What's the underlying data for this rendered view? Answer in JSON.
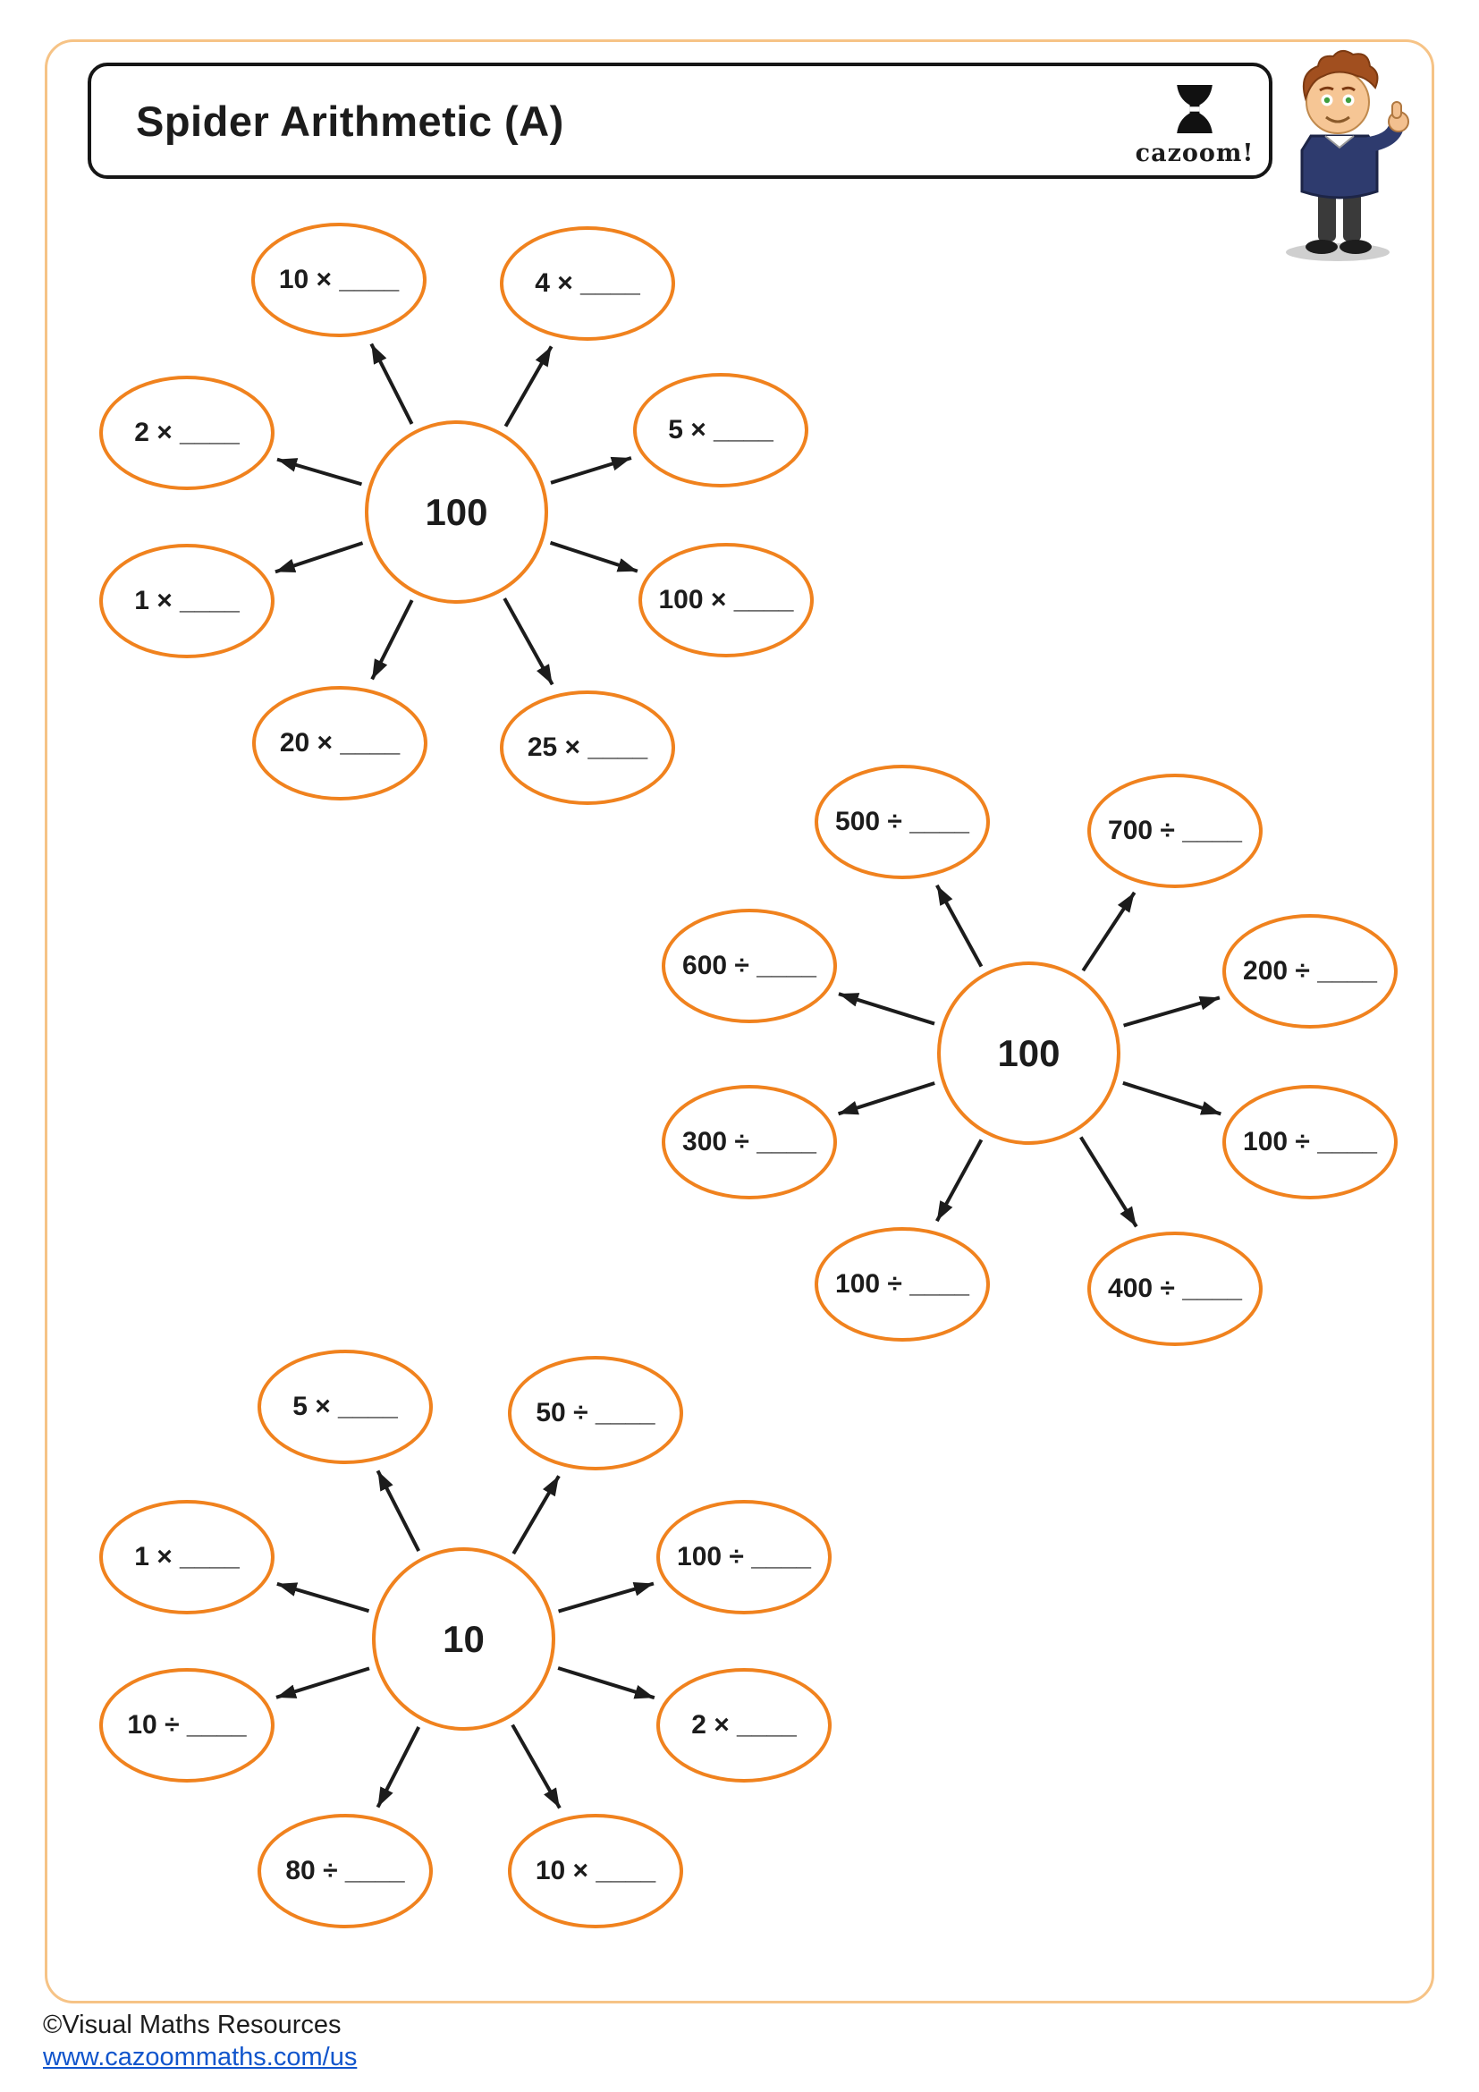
{
  "header": {
    "title": "Spider Arithmetic (A)",
    "logo_text": "cazoom!"
  },
  "spiders": [
    {
      "center_label": "100",
      "satellites": [
        "10 × ____",
        "4 × ____",
        "2 × ____",
        "5 × ____",
        "1 × ____",
        "100 × ____",
        "20 × ____",
        "25 × ____"
      ]
    },
    {
      "center_label": "100",
      "satellites": [
        "500 ÷ ____",
        "700 ÷ ____",
        "600 ÷ ____",
        "200 ÷ ____",
        "300 ÷ ____",
        "100 ÷ ____",
        "100 ÷ ____",
        "400 ÷ ____"
      ]
    },
    {
      "center_label": "10",
      "satellites": [
        "5 × ____",
        "50 ÷ ____",
        "1 × ____",
        "100 ÷ ____",
        "10 ÷ ____",
        "2 × ____",
        "80 ÷ ____",
        "10 × ____"
      ]
    }
  ],
  "footer": {
    "copyright": "©Visual Maths Resources",
    "link": "www.cazoommaths.com/us"
  },
  "colors": {
    "bubble_border": "#F0821E",
    "page_border": "#F6C386",
    "arrow": "#1C1C1C",
    "link": "#1155CC"
  }
}
